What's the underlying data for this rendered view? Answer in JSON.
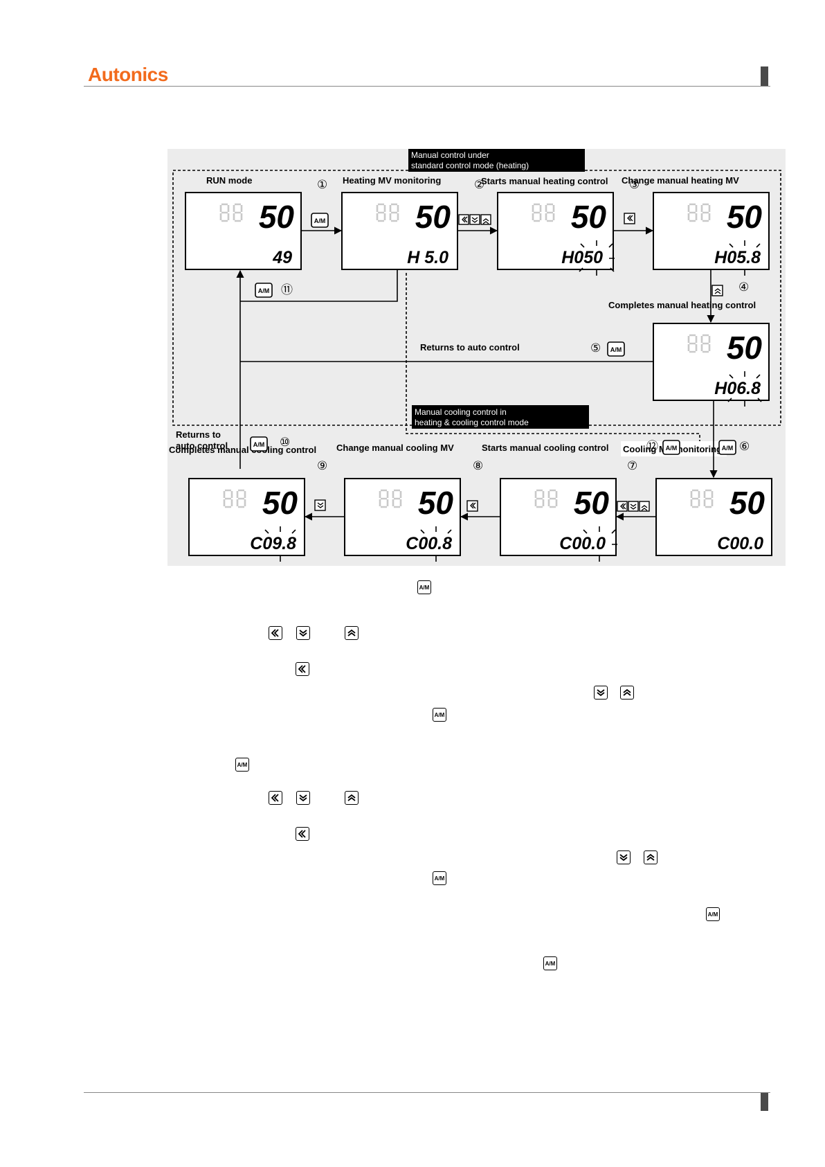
{
  "header": {
    "brand": "Autonics"
  },
  "figure": {
    "standard_box_label": [
      "Manual control under",
      "standard control mode (heating)"
    ],
    "cooling_box_label": [
      "Manual cooling control in",
      "heating & cooling control mode"
    ],
    "key_am": "A/M",
    "key_shift": "shift-left-icon",
    "key_down": "down-arrow-icon",
    "key_up": "up-arrow-icon",
    "steps": {
      "s1": "①",
      "s2": "②",
      "s3": "③",
      "s4": "④",
      "s5": "⑤",
      "s6": "⑥",
      "s7": "⑦",
      "s8": "⑧",
      "s9": "⑨",
      "s10": "⑩",
      "s11": "⑪",
      "s12": "⑫"
    },
    "panels": {
      "run": {
        "title": "RUN mode",
        "pv": "50",
        "sv": "49"
      },
      "heat_mon": {
        "title": "Heating MV monitoring",
        "pv": "50",
        "sv": "H  5.0"
      },
      "heat_start": {
        "title": "Starts manual heating control",
        "pv": "50",
        "sv": "H050"
      },
      "heat_change": {
        "title": "Change manual heating MV",
        "pv": "50",
        "sv": "H05.8"
      },
      "heat_done": {
        "title": "Completes manual heating control",
        "pv": "50",
        "sv": "H06.8"
      },
      "cool_mon": {
        "title": "Cooling MV monitoring",
        "pv": "50",
        "sv": "C00.0"
      },
      "cool_start": {
        "title": "Starts manual cooling control",
        "pv": "50",
        "sv": "C00.0"
      },
      "cool_change": {
        "title": "Change manual cooling MV",
        "pv": "50",
        "sv": "C00.8"
      },
      "cool_done": {
        "title": "Completes manual cooling control",
        "pv": "50",
        "sv": "C09.8"
      }
    },
    "returns_auto": "Returns to auto control",
    "returns_auto_2": [
      "Returns to",
      "auto control"
    ]
  }
}
